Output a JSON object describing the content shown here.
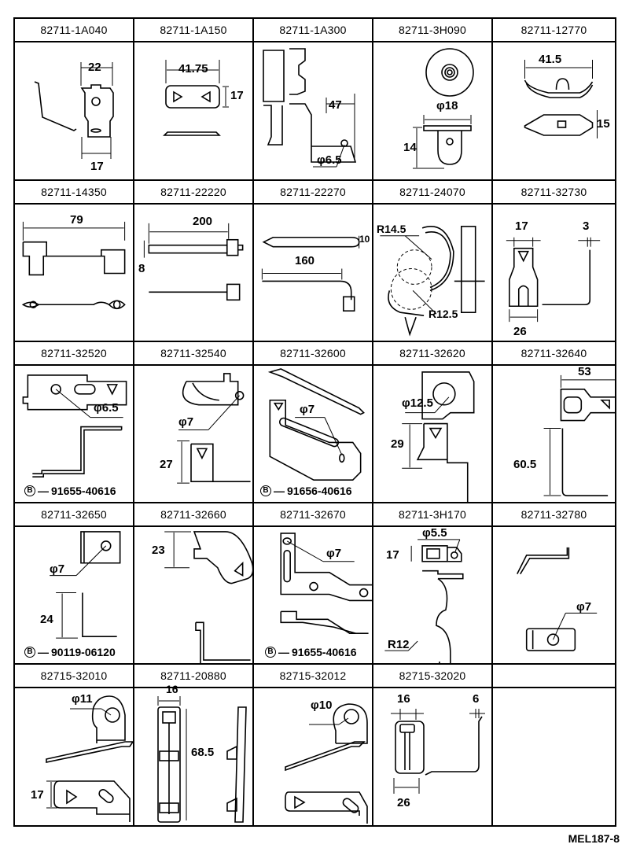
{
  "sheet": {
    "rows": [
      [
        {
          "part": "82711-1A040",
          "labels": {
            "a": "22",
            "b": "17"
          }
        },
        {
          "part": "82711-1A150",
          "labels": {
            "a": "41.75",
            "b": "17"
          }
        },
        {
          "part": "82711-1A300",
          "labels": {
            "a": "47",
            "b": "φ6.5"
          }
        },
        {
          "part": "82711-3H090",
          "labels": {
            "a": "φ18",
            "b": "14"
          }
        },
        {
          "part": "82711-12770",
          "labels": {
            "a": "41.5",
            "b": "15"
          }
        }
      ],
      [
        {
          "part": "82711-14350",
          "labels": {
            "a": "79"
          }
        },
        {
          "part": "82711-22220",
          "labels": {
            "a": "200",
            "b": "8"
          }
        },
        {
          "part": "82711-22270",
          "labels": {
            "a": "10",
            "b": "160"
          }
        },
        {
          "part": "82711-24070",
          "labels": {
            "a": "R14.5",
            "b": "R12.5"
          }
        },
        {
          "part": "82711-32730",
          "labels": {
            "a": "17",
            "b": "3",
            "c": "26"
          }
        }
      ],
      [
        {
          "part": "82711-32520",
          "labels": {
            "a": "φ6.5"
          },
          "note": "91655-40616"
        },
        {
          "part": "82711-32540",
          "labels": {
            "a": "φ7",
            "b": "27"
          }
        },
        {
          "part": "82711-32600",
          "labels": {
            "a": "φ7"
          },
          "note": "91656-40616"
        },
        {
          "part": "82711-32620",
          "labels": {
            "a": "φ12.5",
            "b": "29"
          }
        },
        {
          "part": "82711-32640",
          "labels": {
            "a": "53",
            "b": "60.5"
          }
        }
      ],
      [
        {
          "part": "82711-32650",
          "labels": {
            "a": "φ7",
            "b": "24"
          },
          "note": "90119-06120"
        },
        {
          "part": "82711-32660",
          "labels": {
            "a": "23"
          }
        },
        {
          "part": "82711-32670",
          "labels": {
            "a": "φ7"
          },
          "note": "91655-40616"
        },
        {
          "part": "82711-3H170",
          "labels": {
            "a": "φ5.5",
            "b": "17",
            "c": "R12"
          }
        },
        {
          "part": "82711-32780",
          "labels": {
            "a": "φ7"
          }
        }
      ],
      [
        {
          "part": "82715-32010",
          "labels": {
            "a": "φ11",
            "b": "17"
          }
        },
        {
          "part": "82711-20880",
          "labels": {
            "a": "16",
            "b": "68.5"
          }
        },
        {
          "part": "82715-32012",
          "labels": {
            "a": "φ10"
          }
        },
        {
          "part": "82715-32020",
          "labels": {
            "a": "16",
            "b": "6",
            "c": "26"
          }
        },
        {
          "part": ""
        }
      ]
    ],
    "note_marker": "B"
  },
  "footer": {
    "code": "MEL187-8"
  }
}
